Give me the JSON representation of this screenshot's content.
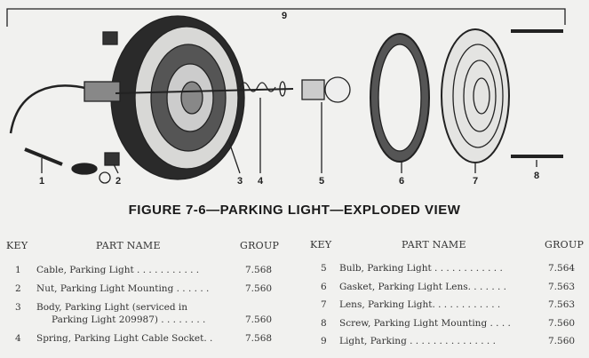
{
  "figure": {
    "title": "FIGURE 7-6—PARKING LIGHT—EXPLODED VIEW",
    "callouts": [
      "1",
      "2",
      "3",
      "4",
      "5",
      "6",
      "7",
      "8",
      "9"
    ]
  },
  "table_left": {
    "headers": {
      "key": "KEY",
      "part": "PART NAME",
      "group": "GROUP"
    },
    "rows": [
      {
        "key": "1",
        "part": "Cable, Parking Light . . . . . . . . . . .",
        "group": "7.568"
      },
      {
        "key": "2",
        "part": "Nut, Parking Light Mounting . . . . . .",
        "group": "7.560"
      },
      {
        "key": "3",
        "part": "Body, Parking Light (serviced in",
        "part2": "Parking Light 209987) . . . . . . . .",
        "group": "7.560"
      },
      {
        "key": "4",
        "part": "Spring, Parking Light Cable Socket. .",
        "group": "7.568"
      }
    ]
  },
  "table_right": {
    "headers": {
      "key": "KEY",
      "part": "PART NAME",
      "group": "GROUP"
    },
    "rows": [
      {
        "key": "5",
        "part": "Bulb, Parking Light . . . . . . . . . . . .",
        "group": "7.564"
      },
      {
        "key": "6",
        "part": "Gasket, Parking Light Lens. . . . . . .",
        "group": "7.563"
      },
      {
        "key": "7",
        "part": "Lens, Parking Light. . . . . . . . . . . .",
        "group": "7.563"
      },
      {
        "key": "8",
        "part": "Screw, Parking Light Mounting . . . .",
        "group": "7.560"
      },
      {
        "key": "9",
        "part": "Light, Parking . . . . . . . . . . . . . . .",
        "group": "7.560"
      }
    ]
  }
}
